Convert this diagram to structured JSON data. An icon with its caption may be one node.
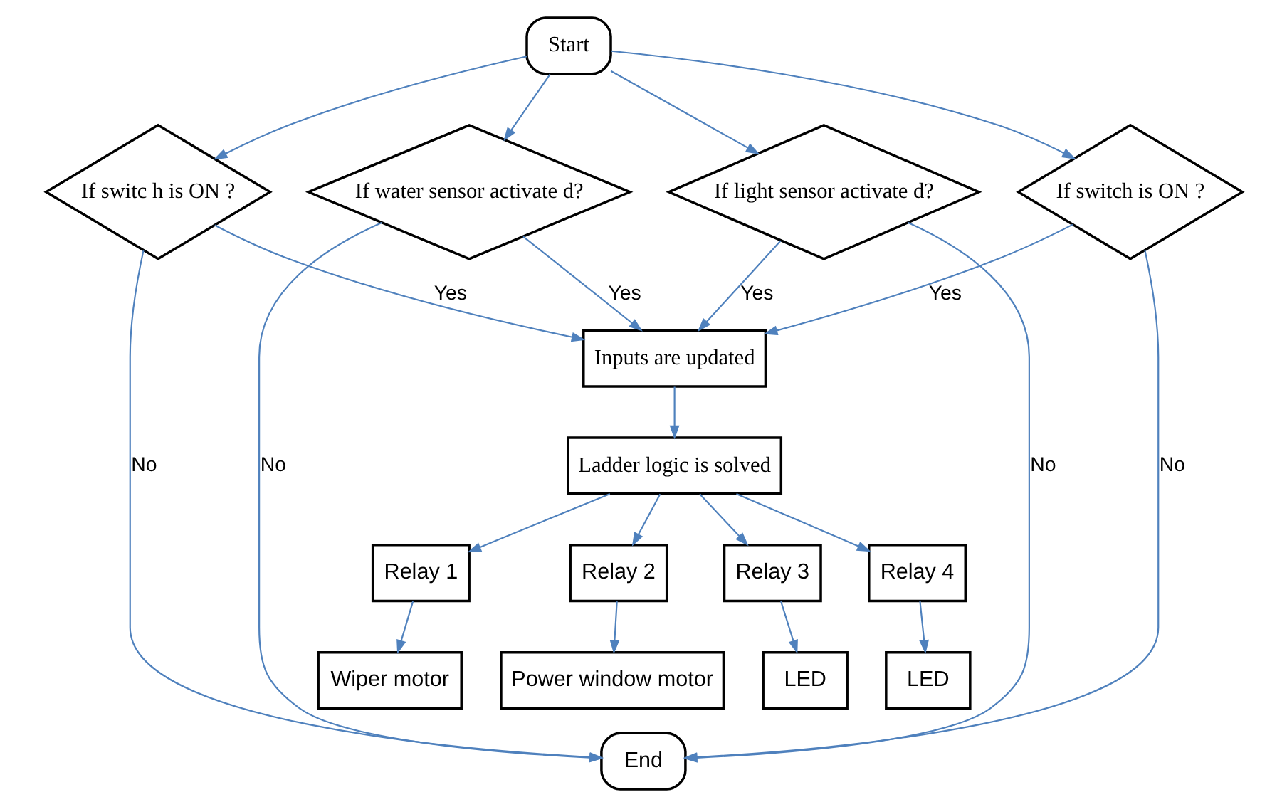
{
  "diagram": {
    "nodes": [
      {
        "text": [
          "Start"
        ]
      },
      {
        "text": [
          "If water sensor activate d?"
        ]
      },
      {
        "text": [
          "If switc h is ON ?"
        ]
      },
      {
        "text": [
          "If switch is ON ?"
        ]
      },
      {
        "text": [
          "If light sensor activate d?"
        ]
      },
      {
        "text": [
          "Inputs are updated"
        ]
      },
      {
        "text": [
          "Ladder logic is solved"
        ]
      },
      {
        "text": [
          "Relay 1"
        ]
      },
      {
        "text": [
          "Relay 2"
        ]
      },
      {
        "text": [
          "Relay 3"
        ]
      },
      {
        "text": [
          "Relay 4"
        ]
      },
      {
        "text": [
          "Wiper motor"
        ]
      },
      {
        "text": [
          "Power window motor"
        ]
      },
      {
        "text": [
          "LED"
        ]
      },
      {
        "text": [
          "LED"
        ]
      },
      {
        "text": [
          "End"
        ]
      }
    ],
    "edges": [
      {
        "from": 0,
        "to": 1,
        "arrow": "to"
      },
      {
        "from": 0,
        "to": 2,
        "arrow": "to"
      },
      {
        "from": 0,
        "to": 3,
        "arrow": "to"
      },
      {
        "from": 0,
        "to": 4,
        "arrow": "to"
      },
      {
        "from": 1,
        "to": 5,
        "arrow": "to",
        "label": "Yes"
      },
      {
        "from": 2,
        "to": 5,
        "arrow": "to",
        "label": "Yes"
      },
      {
        "from": 3,
        "to": 5,
        "arrow": "to",
        "label": "Yes"
      },
      {
        "from": 4,
        "to": 5,
        "arrow": "to",
        "label": "Yes"
      },
      {
        "from": 1,
        "to": 15,
        "arrow": "to",
        "label": "No"
      },
      {
        "from": 2,
        "to": 15,
        "arrow": "to",
        "label": "No"
      },
      {
        "from": 3,
        "to": 15,
        "arrow": "to",
        "label": "No"
      },
      {
        "from": 4,
        "to": 15,
        "arrow": "to",
        "label": "No"
      },
      {
        "from": 5,
        "to": 6,
        "arrow": "to"
      },
      {
        "from": 6,
        "to": 7,
        "arrow": "to"
      },
      {
        "from": 6,
        "to": 8,
        "arrow": "to"
      },
      {
        "from": 6,
        "to": 9,
        "arrow": "to"
      },
      {
        "from": 6,
        "to": 10,
        "arrow": "to"
      },
      {
        "from": 7,
        "to": 11,
        "arrow": "to"
      },
      {
        "from": 8,
        "to": 12,
        "arrow": "to"
      },
      {
        "from": 9,
        "to": 13,
        "arrow": "to"
      },
      {
        "from": 10,
        "to": 14,
        "arrow": "to"
      }
    ]
  }
}
